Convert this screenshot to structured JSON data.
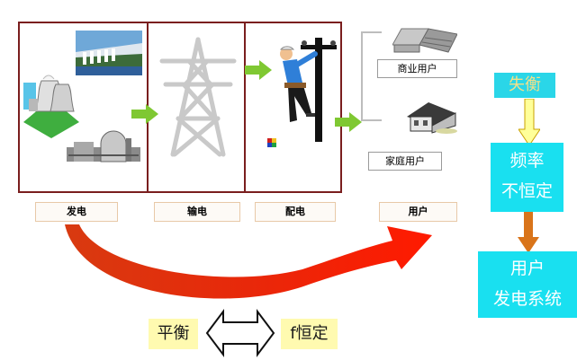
{
  "stages": {
    "generation": "发电",
    "transmission": "输电",
    "distribution": "配电",
    "users": "用户"
  },
  "user_types": {
    "commercial": "商业用户",
    "household": "家庭用户"
  },
  "side_chain": {
    "imbalance": "失衡",
    "frequency_line1": "频率",
    "frequency_line2": "不恒定",
    "user_line1": "用户",
    "user_line2": "发电系统"
  },
  "bottom": {
    "balance": "平衡",
    "f_constant": "f恒定"
  },
  "colors": {
    "frame": "#7a1e1e",
    "flow_arrow": "#7fc832",
    "big_arrow_start": "#e84a18",
    "big_arrow_end": "#ff1800",
    "cyan": "#19e0f0",
    "down_arrow_yellow": "#ffff99",
    "down_arrow_orange": "#d9741a"
  }
}
